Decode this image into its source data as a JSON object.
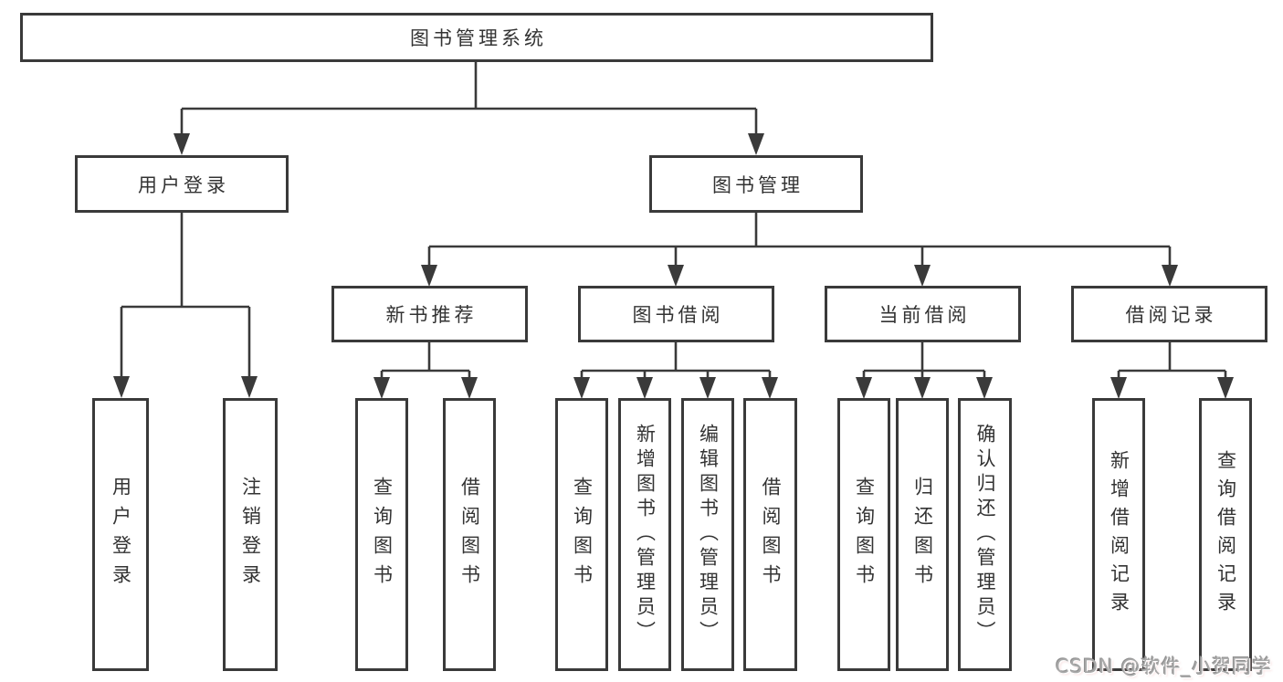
{
  "diagram": {
    "type": "hierarchy-tree",
    "colors": {
      "background": "#ffffff",
      "line": "#3a3a3a",
      "box_border": "#3a3a3a",
      "text": "#333333",
      "watermark_text": "#a9a9a9"
    },
    "tree": {
      "root": {
        "label": "图书管理系统",
        "children": [
          {
            "label": "用户登录",
            "children": [
              {
                "label": "用户登录"
              },
              {
                "label": "注销登录"
              }
            ]
          },
          {
            "label": "图书管理",
            "children": [
              {
                "label": "新书推荐",
                "children": [
                  {
                    "label": "查询图书"
                  },
                  {
                    "label": "借阅图书"
                  }
                ]
              },
              {
                "label": "图书借阅",
                "children": [
                  {
                    "label": "查询图书"
                  },
                  {
                    "label": "新增图书（管理员）"
                  },
                  {
                    "label": "编辑图书（管理员）"
                  },
                  {
                    "label": "借阅图书"
                  }
                ]
              },
              {
                "label": "当前借阅",
                "children": [
                  {
                    "label": "查询图书"
                  },
                  {
                    "label": "归还图书"
                  },
                  {
                    "label": "确认归还（管理员）"
                  }
                ]
              },
              {
                "label": "借阅记录",
                "children": [
                  {
                    "label": "新增借阅记录"
                  },
                  {
                    "label": "查询借阅记录"
                  }
                ]
              }
            ]
          }
        ]
      }
    },
    "watermark": "CSDN @软件_小贺同学"
  }
}
